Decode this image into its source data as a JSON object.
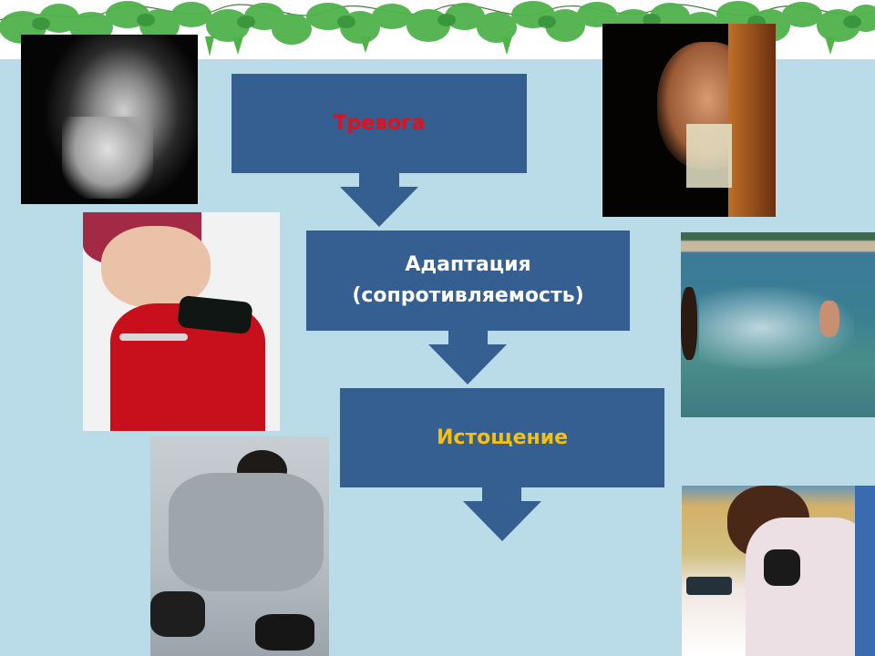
{
  "slide": {
    "background_color": "#b9dce8",
    "header_decoration": "ivy-vine-border",
    "flow_color": "#355f91"
  },
  "flow": {
    "steps": [
      {
        "label": "Тревога",
        "color": "#e0101c"
      },
      {
        "label_line1": "Адаптация",
        "label_line2": "(сопротивляемость)",
        "color": "#ffffff"
      },
      {
        "label": "Истощение",
        "color": "#f5c010"
      }
    ]
  },
  "photos": [
    {
      "name": "anxious-woman-biting-nails",
      "position": "top-left"
    },
    {
      "name": "boy-peeking-behind-door",
      "position": "top-right"
    },
    {
      "name": "woman-taking-medicine",
      "position": "middle-left"
    },
    {
      "name": "people-splashing-in-water",
      "position": "middle-right"
    },
    {
      "name": "exhausted-man-sitting",
      "position": "bottom-left"
    },
    {
      "name": "stressed-woman-at-desk",
      "position": "bottom-right"
    }
  ]
}
